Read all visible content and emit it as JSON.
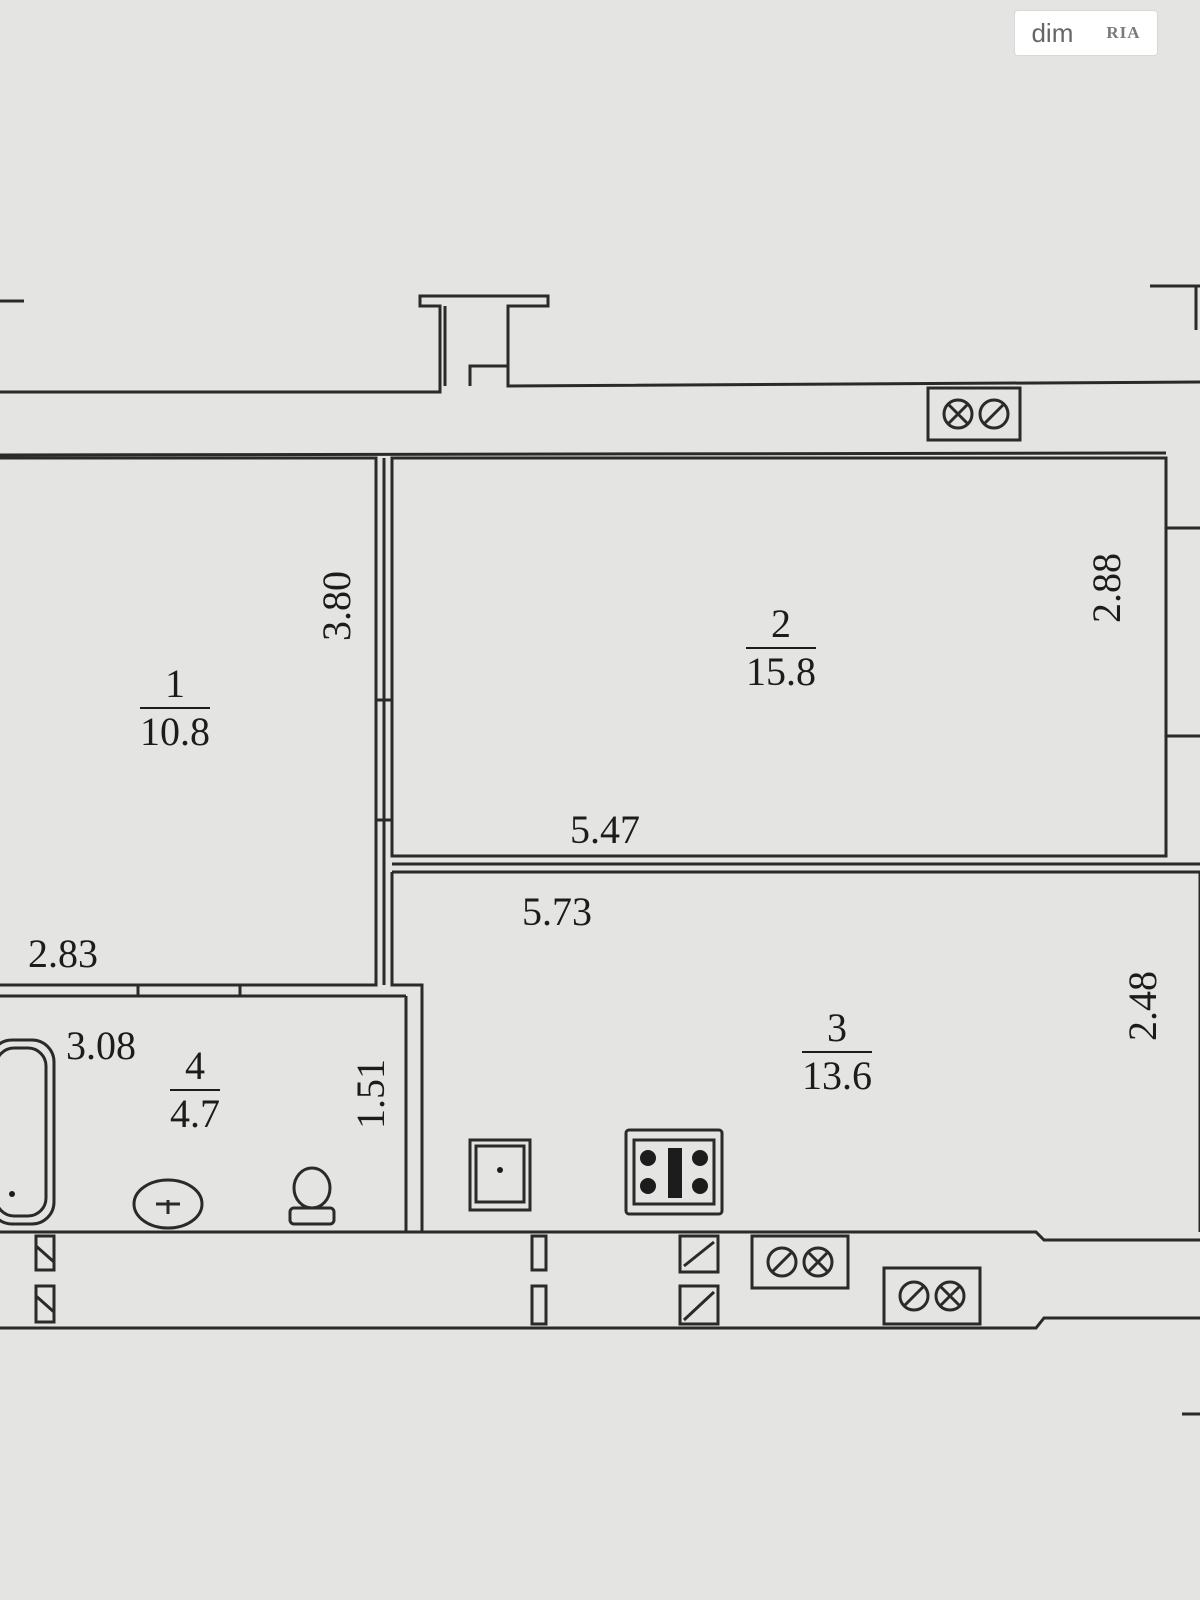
{
  "watermark": {
    "part1": "dim",
    "part2": "RIA"
  },
  "rooms": [
    {
      "number": "1",
      "area": "10.8"
    },
    {
      "number": "2",
      "area": "15.8"
    },
    {
      "number": "3",
      "area": "13.6"
    },
    {
      "number": "4",
      "area": "4.7"
    }
  ],
  "dimensions": {
    "room1_height": "3.80",
    "room1_width": "2.83",
    "room2_height": "2.88",
    "room2_width": "5.47",
    "room3_width": "5.73",
    "room3_height": "2.48",
    "room4_width": "3.08",
    "room4_height": "1.51"
  },
  "icons": {
    "vent_top": "ventilation-shaft-icon",
    "vent_bottom_1": "ventilation-shaft-icon",
    "vent_bottom_2": "ventilation-shaft-icon",
    "stove": "stove-icon",
    "sink_kitchen": "kitchen-sink-icon",
    "washbasin": "washbasin-icon",
    "toilet": "toilet-icon",
    "bathtub": "bathtub-icon"
  },
  "colors": {
    "background": "#e4e4e2",
    "line": "#2a2a2a"
  }
}
